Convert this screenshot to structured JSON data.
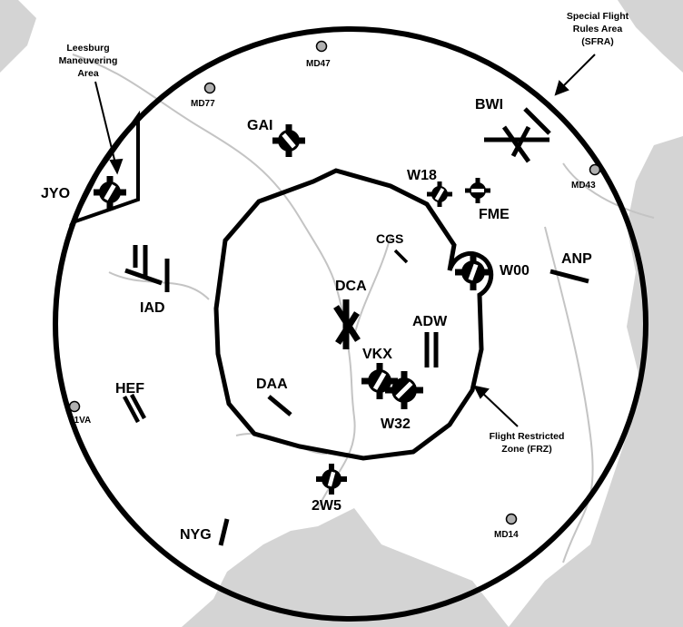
{
  "annotations": {
    "sfra": [
      "Special Flight",
      "Rules Area",
      "(SFRA)"
    ],
    "leesburg": [
      "Leesburg",
      "Maneuvering",
      "Area"
    ],
    "frz": [
      "Flight Restricted",
      "Zone (FRZ)"
    ]
  },
  "airports": {
    "bwi": "BWI",
    "gai": "GAI",
    "jyo": "JYO",
    "w18": "W18",
    "fme": "FME",
    "cgs": "CGS",
    "w00": "W00",
    "anp": "ANP",
    "iad": "IAD",
    "dca": "DCA",
    "adw": "ADW",
    "vkx": "VKX",
    "w32": "W32",
    "hef": "HEF",
    "daa": "DAA",
    "2w5": "2W5",
    "nyg": "NYG"
  },
  "small_airports": {
    "md47": "MD47",
    "md77": "MD77",
    "md43": "MD43",
    "md14": "MD14",
    "51va": "51VA"
  },
  "colors": {
    "water": "#d4d4d4",
    "river": "#c4c4c4",
    "boundary": "#000000",
    "small_airport_fill": "#b0b0b0"
  }
}
